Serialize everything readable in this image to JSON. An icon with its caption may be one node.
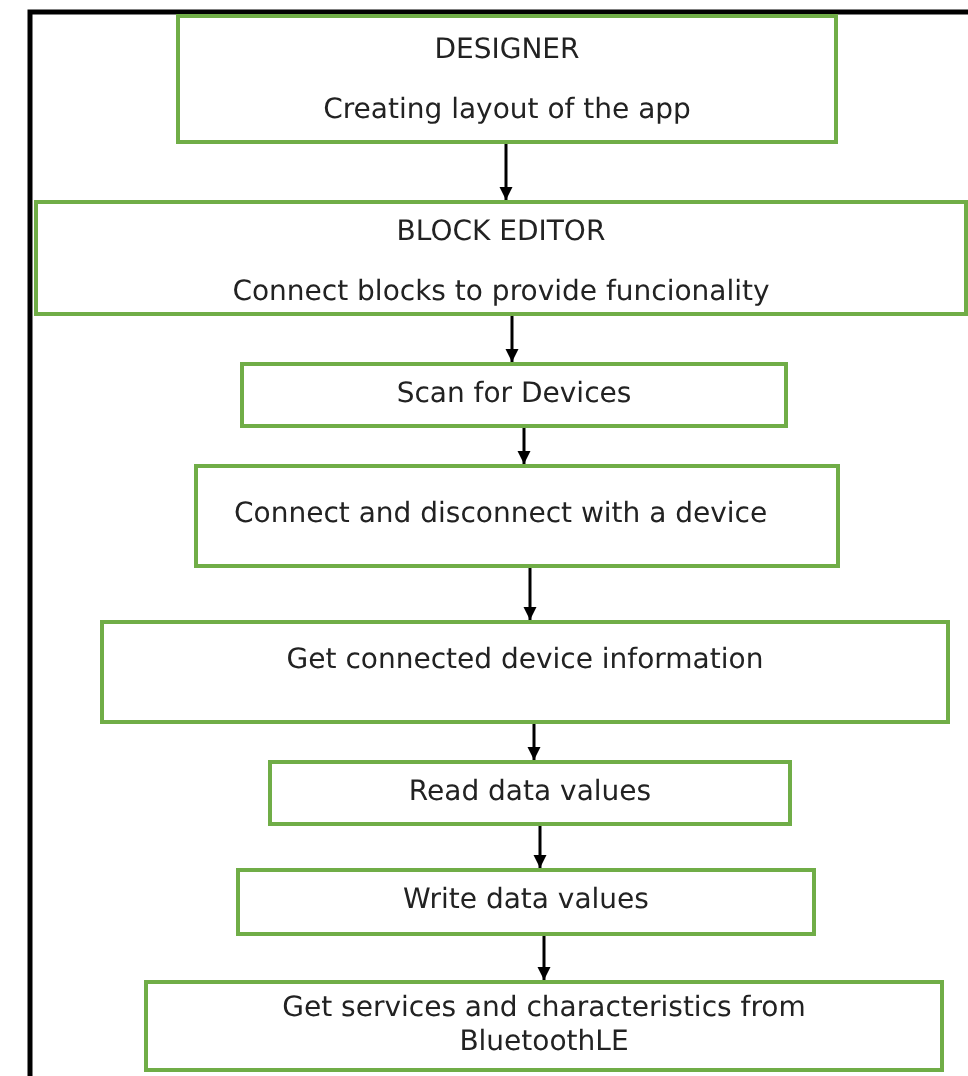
{
  "diagram": {
    "nodes": [
      {
        "text": [
          "DESIGNER",
          "Creating layout of the app"
        ]
      },
      {
        "text": [
          "BLOCK EDITOR",
          "Connect blocks to provide funcionality"
        ]
      },
      {
        "text": [
          "Scan for Devices"
        ]
      },
      {
        "text": [
          "Connect and disconnect with a device"
        ]
      },
      {
        "text": [
          "Get connected device information"
        ]
      },
      {
        "text": [
          "Read data values"
        ]
      },
      {
        "text": [
          "Write data values"
        ]
      },
      {
        "text": [
          "Get services and characteristics from BluetoothLE"
        ]
      }
    ],
    "edges": [
      {
        "from": 0,
        "to": 1,
        "arrow": "to"
      },
      {
        "from": 1,
        "to": 2,
        "arrow": "to"
      },
      {
        "from": 2,
        "to": 3,
        "arrow": "to"
      },
      {
        "from": 3,
        "to": 4,
        "arrow": "to"
      },
      {
        "from": 4,
        "to": 5,
        "arrow": "to"
      },
      {
        "from": 5,
        "to": 6,
        "arrow": "to"
      },
      {
        "from": 6,
        "to": 7,
        "arrow": "to"
      }
    ]
  }
}
